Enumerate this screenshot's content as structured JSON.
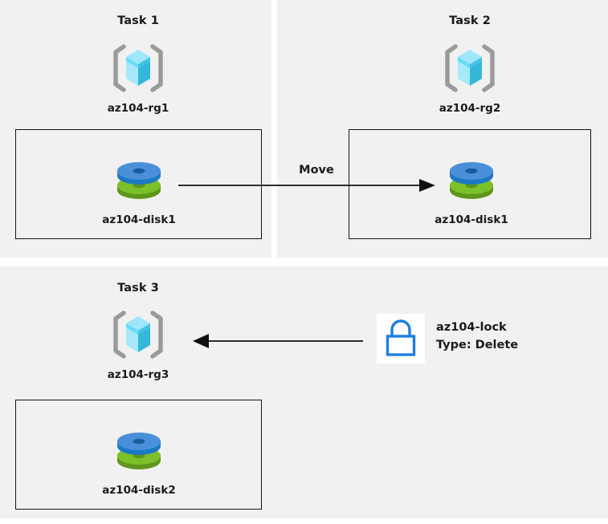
{
  "diagram": {
    "background": "#ffffff",
    "panel_background": "#f1f1f1",
    "panels": [
      {
        "id": "task1",
        "title": "Task 1"
      },
      {
        "id": "task2",
        "title": "Task 2"
      },
      {
        "id": "task3",
        "title": "Task 3"
      }
    ],
    "resource_groups": [
      {
        "id": "rg1",
        "label": "az104-rg1",
        "icon": "resource-group-cube-icon"
      },
      {
        "id": "rg2",
        "label": "az104-rg2",
        "icon": "resource-group-cube-icon"
      },
      {
        "id": "rg3",
        "label": "az104-rg3",
        "icon": "resource-group-cube-icon"
      }
    ],
    "disks": [
      {
        "id": "disk1",
        "label": "az104-disk1",
        "icon": "managed-disk-icon"
      },
      {
        "id": "disk1b",
        "label": "az104-disk1",
        "icon": "managed-disk-icon"
      },
      {
        "id": "disk2",
        "label": "az104-disk2",
        "icon": "managed-disk-icon"
      }
    ],
    "arrows": [
      {
        "id": "move-arrow",
        "label": "Move",
        "direction": "right"
      },
      {
        "id": "lock-arrow",
        "label": "",
        "direction": "left"
      }
    ],
    "lock": {
      "icon": "lock-icon",
      "name": "az104-lock",
      "type_line": "Type: Delete"
    },
    "colors": {
      "cube_light": "#9fe6fb",
      "cube_mid": "#50d9f7",
      "cube_dark": "#32b6d9",
      "bracket": "#9a9a9a",
      "disk_blue_top": "#4a90d9",
      "disk_blue_side": "#1b7ac4",
      "disk_green_top": "#7cc02a",
      "disk_green_side": "#5f961b",
      "lock_blue": "#1d7fe0",
      "box_border": "#141414",
      "text": "#1a1a1a"
    }
  }
}
